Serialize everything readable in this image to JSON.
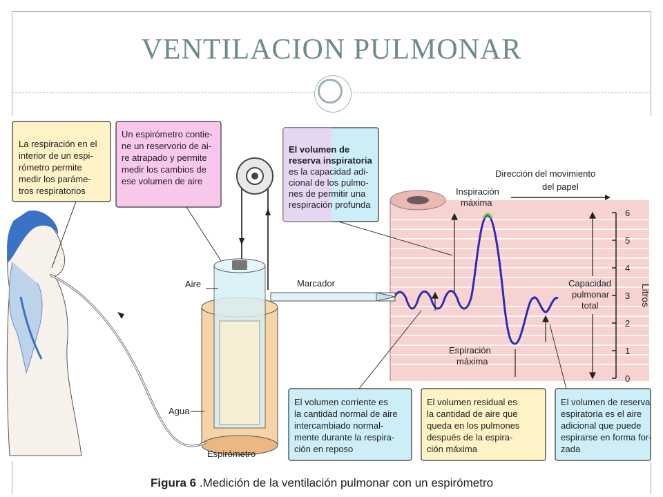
{
  "title": "VENTILACION PULMONAR",
  "figure": {
    "box_respiracion": [
      "La respiración en el",
      "interior de un espi-",
      "rómetro permite",
      "medir los paráme-",
      "tros respiratorios"
    ],
    "box_espirometro": [
      "Un espirómetro contie-",
      "ne un reservorio de ai-",
      "re atrapado y permite",
      "medir los cambios de",
      "ese volumen de aire"
    ],
    "box_reserva_insp": [
      {
        "bold": "El volumen de",
        "rest": ""
      },
      {
        "bold": "reserva inspiratoria",
        "rest": ""
      },
      {
        "bold": "",
        "rest": "es la capacidad adi-"
      },
      {
        "bold": "",
        "rest": "cional de los pulmo-"
      },
      {
        "bold": "",
        "rest": "nes de permitir una"
      },
      {
        "bold": "",
        "rest": "respiración profunda"
      }
    ],
    "direccion": [
      "Dirección del movimiento",
      "del papel"
    ],
    "inspiracion_maxima": [
      "Inspiración",
      "máxima"
    ],
    "espiracion_maxima": [
      "Espiración",
      "máxima"
    ],
    "capacidad": [
      "Capacidad",
      "pulmonar",
      "total"
    ],
    "litros": "Litros",
    "scale_ticks": [
      "0",
      "1",
      "2",
      "3",
      "4",
      "5",
      "6"
    ],
    "marcador": "Marcador",
    "aire": "Aire",
    "agua": "Agua",
    "espirometro": "Espirómetro",
    "box_corriente": [
      "El volumen corriente es",
      "la cantidad normal de aire",
      "intercambiado normal-",
      "mente durante la respira-",
      "ción en reposo"
    ],
    "box_residual": [
      "El volumen residual es",
      "la cantidad de aire que",
      "queda en los pulmones",
      "después de la espira-",
      "ción máxima"
    ],
    "box_reserva_esp": [
      "El volumen de reserva",
      "espiratoria es el aire",
      "adicional que puede",
      "espirarse en forma for-",
      "zada"
    ]
  },
  "caption": {
    "bold": "Figura 6",
    "rest": " .Medición de la ventilación pulmonar con un espirómetro"
  },
  "colors": {
    "title": "#6f8a8d",
    "trace": "#2b2bb5",
    "paper": "#f6d3d0",
    "box_yellow": "#fdf3c6",
    "box_pink": "#f7c8ec",
    "box_blue": "#cdeef6",
    "water": "#f4cd98"
  }
}
